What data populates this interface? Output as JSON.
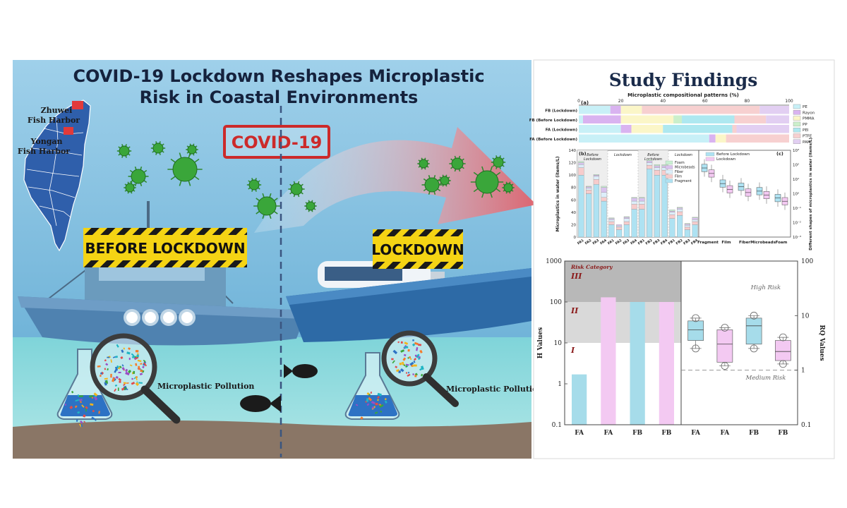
{
  "left_panel": {
    "title_line1": "COVID-19 Lockdown Reshapes Microplastic",
    "title_line2": "Risk in Coastal Environments",
    "harbor1_line1": "Zhuwei",
    "harbor1_line2": "Fish Harbor",
    "harbor2_line1": "Yongan",
    "harbor2_line2": "Fish Harbor",
    "covid_stamp": "COVID-19",
    "before_banner": "BEFORE LOCKDOWN",
    "lockdown_banner": "LOCKDOWN",
    "pollution_label_left": "Microplastic Pollution",
    "pollution_label_right": "Microplastic Pollution"
  },
  "right_panel": {
    "heading": "Study Findings",
    "colors": {
      "blue": "#a6dcea",
      "pink": "#f3c9f2"
    }
  },
  "chart_data": [
    {
      "id": "a",
      "type": "bar",
      "orientation": "horizontal-stacked",
      "panel_label": "(a)",
      "title": "Microplastic compositional patterns (%)",
      "xlim": [
        0,
        100
      ],
      "x_ticks": [
        "0",
        "20",
        "40",
        "60",
        "80",
        "100"
      ],
      "categories": [
        "FB (Lockdown)",
        "FB (Before Lockdown)",
        "FA (Lockdown)",
        "FA (Before Lockdown)"
      ],
      "series": [
        {
          "name": "PE",
          "color": "#c8f0f7",
          "values": [
            15,
            2,
            20,
            62
          ]
        },
        {
          "name": "Rayon",
          "color": "#d9b3f0",
          "values": [
            5,
            18,
            5,
            3
          ]
        },
        {
          "name": "PMMA",
          "color": "#fbf6c8",
          "values": [
            10,
            25,
            15,
            5
          ]
        },
        {
          "name": "PP",
          "color": "#cbefcb",
          "values": [
            0,
            4,
            0,
            0
          ]
        },
        {
          "name": "PEI",
          "color": "#aee8f0",
          "values": [
            0,
            25,
            33,
            0
          ]
        },
        {
          "name": "PTFE",
          "color": "#f7d0d0",
          "values": [
            56,
            15,
            2,
            30
          ]
        },
        {
          "name": "PAM",
          "color": "#e2cff2",
          "values": [
            14,
            11,
            25,
            0
          ]
        }
      ]
    },
    {
      "id": "b",
      "type": "bar",
      "orientation": "vertical-stacked",
      "panel_label": "(b)",
      "ylabel": "Microplastics in water (items/L)",
      "ylim": [
        0,
        140
      ],
      "y_ticks": [
        "0",
        "20",
        "40",
        "60",
        "80",
        "100",
        "120",
        "140"
      ],
      "group_labels": [
        "Before Lockdown",
        "Lockdown",
        "Before Lockdown",
        "Lockdown"
      ],
      "categories": [
        "FA1",
        "FA2",
        "FA3",
        "FA4",
        "FA1",
        "FA2",
        "FA3",
        "FA4",
        "FB1",
        "FB2",
        "FB3",
        "FB4",
        "FB1",
        "FB2",
        "FB3",
        "FB4"
      ],
      "series": [
        {
          "name": "Fragment",
          "color": "#aee2f2",
          "values": [
            100,
            70,
            85,
            58,
            20,
            12,
            20,
            45,
            45,
            110,
            100,
            100,
            30,
            35,
            12,
            20
          ]
        },
        {
          "name": "Film",
          "color": "#f7cccc",
          "values": [
            12,
            6,
            8,
            6,
            5,
            4,
            5,
            8,
            8,
            6,
            8,
            8,
            6,
            6,
            4,
            5
          ]
        },
        {
          "name": "Fiber",
          "color": "#dceefa",
          "values": [
            5,
            3,
            5,
            8,
            3,
            2,
            5,
            5,
            5,
            4,
            4,
            4,
            4,
            4,
            3,
            3
          ]
        },
        {
          "name": "Microbeads",
          "color": "#d9c2ee",
          "values": [
            3,
            2,
            2,
            8,
            2,
            2,
            2,
            5,
            5,
            3,
            3,
            3,
            2,
            2,
            2,
            3
          ]
        },
        {
          "name": "Foam",
          "color": "#c8f0d2",
          "values": [
            2,
            1,
            1,
            2,
            1,
            0,
            1,
            1,
            1,
            2,
            2,
            2,
            2,
            1,
            1,
            1
          ]
        }
      ]
    },
    {
      "id": "c",
      "type": "box",
      "panel_label": "(c)",
      "ylabel": "Different shapes of microplastics in water (items/L)",
      "y_scale": "log",
      "ylim": [
        0.001,
        1000
      ],
      "y_ticks": [
        "10³",
        "10²",
        "10¹",
        "10⁰",
        "10⁻¹",
        "10⁻²",
        "10⁻³"
      ],
      "categories": [
        "Fragment",
        "Film",
        "Fiber",
        "Microbeads",
        "Foam"
      ],
      "series": [
        {
          "name": "Before Lockdown",
          "color": "#aee2f2",
          "values": [
            60,
            5,
            3,
            1.5,
            0.5
          ]
        },
        {
          "name": "Lockdown",
          "color": "#f3c9f2",
          "values": [
            25,
            2,
            1.2,
            0.8,
            0.3
          ]
        }
      ]
    },
    {
      "id": "d",
      "type": "bar",
      "ylabel": "H Values",
      "y_scale": "log",
      "ylim": [
        0.1,
        1000
      ],
      "y_ticks": [
        "1000",
        "100",
        "10",
        "1",
        "0.1"
      ],
      "categories": [
        "FA",
        "FA",
        "FB",
        "FB"
      ],
      "values": [
        1.7,
        130,
        100,
        100
      ],
      "bar_colors": [
        "blue",
        "pink",
        "blue",
        "pink"
      ],
      "risk_category_label": "Risk Category",
      "risk_levels": [
        "III",
        "II",
        "I"
      ],
      "risk_thresholds": [
        10,
        100
      ]
    },
    {
      "id": "e",
      "type": "box",
      "ylabel": "RQ Values",
      "y_scale": "log",
      "ylim": [
        0.1,
        100
      ],
      "y_ticks": [
        "100",
        "10",
        "1",
        "0.1"
      ],
      "categories": [
        "FA",
        "FA",
        "FB",
        "FB"
      ],
      "high_risk_label": "High Risk",
      "medium_risk_label": "Medium Risk",
      "medium_risk_threshold": 1,
      "boxes": [
        {
          "color": "blue",
          "min": 2.5,
          "q1": 3.5,
          "median": 5.5,
          "q3": 8,
          "max": 9
        },
        {
          "color": "pink",
          "min": 1.2,
          "q1": 1.4,
          "median": 3,
          "q3": 5.5,
          "max": 6
        },
        {
          "color": "blue",
          "min": 2.5,
          "q1": 3,
          "median": 6.5,
          "q3": 9,
          "max": 10
        },
        {
          "color": "pink",
          "min": 1.3,
          "q1": 1.5,
          "median": 2.2,
          "q3": 3.5,
          "max": 4
        }
      ]
    }
  ]
}
